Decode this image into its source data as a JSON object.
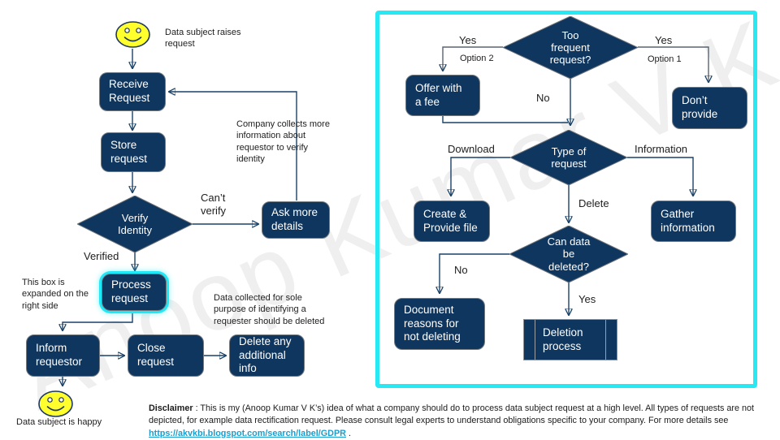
{
  "watermark": {
    "text": "Anoop Kumar V K"
  },
  "left": {
    "start_caption": "Data subject raises\nrequest",
    "end_caption": "Data subject is happy",
    "nodes": {
      "receive": "Receive\nRequest",
      "store": "Store\nrequest",
      "verify": "Verify\nIdentity",
      "ask": "Ask more\ndetails",
      "process": "Process\nrequest",
      "inform": "Inform\nrequestor",
      "close": "Close\nrequest",
      "delete_info": "Delete any\nadditional\ninfo"
    },
    "labels": {
      "cant_verify": "Can’t\nverify",
      "verified": "Verified"
    },
    "notes": {
      "company": "Company collects more\ninformation about\nrequestor to verify\nidentity",
      "expanded": "This box is\nexpanded on the\nright side",
      "data_collected": "Data collected for sole\npurpose of identifying a\nrequester should be deleted"
    }
  },
  "right": {
    "nodes": {
      "too_frequent": "Too\nfrequent\nrequest?",
      "offer_fee": "Offer with\na fee",
      "dont_provide": "Don’t\nprovide",
      "type_request": "Type of\nrequest",
      "create_file": "Create &\nProvide file",
      "gather_info": "Gather\ninformation",
      "can_delete": "Can data\nbe\ndeleted?",
      "document_reasons": "Document\nreasons for\nnot deleting",
      "deletion_process": "Deletion\nprocess"
    },
    "labels": {
      "yes_left": "Yes",
      "option2": "Option 2",
      "yes_right": "Yes",
      "option1": "Option 1",
      "no_top": "No",
      "download": "Download",
      "information": "Information",
      "delete": "Delete",
      "no_can": "No",
      "yes_can": "Yes"
    }
  },
  "disclaimer": {
    "label": "Disclaimer",
    "line1": " : This is my (Anoop Kumar V K’s) idea of what a company should do to process data subject request at a high level. All types of requests are not",
    "line2": "depicted, for example data rectification request. Please consult legal experts to understand obligations specific to your company. For more details see",
    "link": "https://akvkbi.blogspot.com/search/label/GDPR",
    "suffix": " ."
  }
}
